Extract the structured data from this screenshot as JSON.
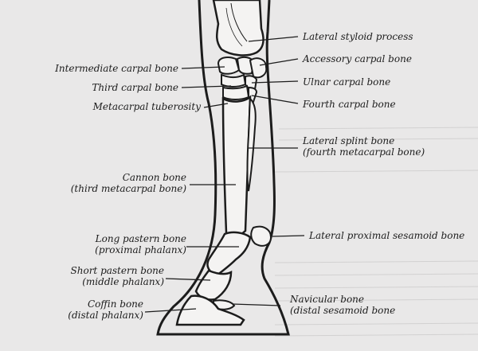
{
  "labels": {
    "lateral_styloid_process": "Lateral styloid process",
    "intermediate_carpal_bone": "Intermediate carpal bone",
    "accessory_carpal_bone": "Accessory carpal bone",
    "third_carpal_bone": "Third carpal bone",
    "ulnar_carpal_bone": "Ulnar carpal bone",
    "metacarpal_tuberosity": "Metacarpal tuberosity",
    "fourth_carpal_bone": "Fourth carpal bone",
    "lateral_splint_bone": "Lateral splint bone",
    "lateral_splint_bone_sub": "(fourth metacarpal bone)",
    "cannon_bone": "Cannon bone",
    "cannon_bone_sub": "(third metacarpal bone)",
    "long_pastern_bone": "Long pastern bone",
    "long_pastern_bone_sub": "(proximal phalanx)",
    "lateral_proximal_sesamoid_bone": "Lateral proximal sesamoid bone",
    "short_pastern_bone": "Short pastern bone",
    "short_pastern_bone_sub": "(middle phalanx)",
    "coffin_bone": "Coffin bone",
    "coffin_bone_sub": "(distal phalanx)",
    "navicular_bone": "Navicular bone",
    "navicular_bone_sub": "(distal sesamoid bone"
  },
  "colors": {
    "ink": "#1c1c1c",
    "paper": "#e9e8e8",
    "bone_fill": "#f4f3f2"
  }
}
